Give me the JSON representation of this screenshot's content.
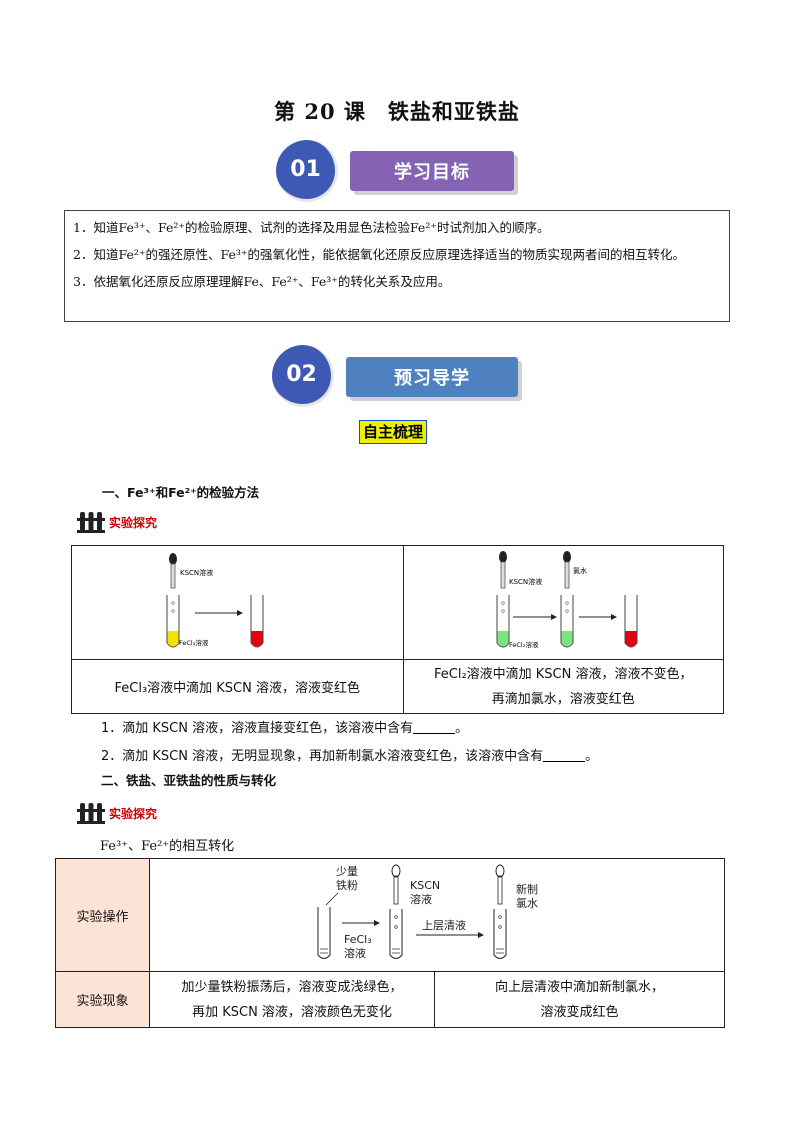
{
  "title": {
    "lesson": "第 20 课",
    "topic": "铁盐和亚铁盐"
  },
  "section1": {
    "number": "01",
    "label": "学习目标"
  },
  "goals": [
    "1．知道Fe³⁺、Fe²⁺的检验原理、试剂的选择及用显色法检验Fe²⁺时试剂加入的顺序。",
    "2．知道Fe²⁺的强还原性、Fe³⁺的强氧化性，能依据氧化还原反应原理选择适当的物质实现两者间的相互转化。",
    "3．依据氧化还原反应原理理解Fe、Fe²⁺、Fe³⁺的转化关系及应用。"
  ],
  "section2": {
    "number": "02",
    "label": "预习导学"
  },
  "subsection": "自主梳理",
  "part1": {
    "heading": "一、Fe³⁺和Fe²⁺的检验方法",
    "explore_label": "实验探究",
    "table": {
      "left_caption": "FeCl₃溶液中滴加 KSCN 溶液，溶液变红色",
      "right_caption_line1": "FeCl₂溶液中滴加 KSCN 溶液，溶液不变色，",
      "right_caption_line2": "再滴加氯水，溶液变红色",
      "left_labels": {
        "dropper": "KSCN溶液",
        "tube": "FeCl₃溶液"
      },
      "right_labels": {
        "dropper1": "KSCN溶液",
        "dropper2": "氯水",
        "tube": "FeCl₂溶液"
      }
    },
    "q1_pre": "1．滴加 KSCN 溶液，溶液直接变红色，该溶液中含有",
    "q1_post": "。",
    "q2_pre": "2．滴加 KSCN 溶液，无明显现象，再加新制氯水溶液变红色，该溶液中含有",
    "q2_post": "。"
  },
  "part2": {
    "heading": "二、铁盐、亚铁盐的性质与转化",
    "explore_label": "实验探究",
    "subheading": "Fe³⁺、Fe²⁺的相互转化",
    "table": {
      "row1_head": "实验操作",
      "row2_head": "实验现象",
      "diagram": {
        "iron": [
          "少量",
          "铁粉"
        ],
        "fecl3": [
          "FeCl₃",
          "溶液"
        ],
        "kscn": [
          "KSCN",
          "溶液"
        ],
        "arrow_label": "上层清液",
        "chlorine": [
          "新制",
          "氯水"
        ]
      },
      "obs_left_1": "加少量铁粉振荡后，溶液变成浅绿色，",
      "obs_left_2": "再加 KSCN 溶液，溶液颜色无变化",
      "obs_right_1": "向上层清液中滴加新制氯水，",
      "obs_right_2": "溶液变成红色"
    }
  },
  "colors": {
    "banner_circle": "#3d59b4",
    "banner1": "#8463b5",
    "banner2": "#4f80c0",
    "highlight": "#f0ef00",
    "explore_red": "#cc0000",
    "table_header": "#fbe4d5"
  }
}
